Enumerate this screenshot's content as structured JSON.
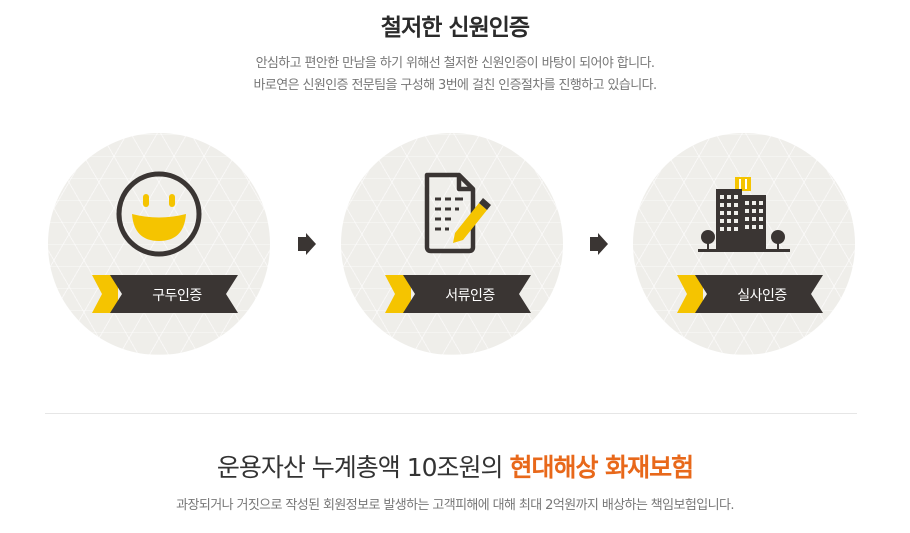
{
  "header": {
    "title": "철저한 신원인증",
    "line1": "안심하고 편안한 만남을 하기 위해선 철저한 신원인증이 바탕이 되어야 합니다.",
    "line2": "바로연은 신원인증 전문팀을 구성해 3번에 걸친 인증절차를 진행하고 있습니다."
  },
  "steps": [
    {
      "label": "구두인증",
      "icon": "smiley-icon"
    },
    {
      "label": "서류인증",
      "icon": "document-pencil-icon"
    },
    {
      "label": "실사인증",
      "icon": "buildings-icon"
    }
  ],
  "insurance": {
    "prefix": "운용자산 누계총액 10조원의 ",
    "highlight": "현대해상 화재보험",
    "description": "과장되거나 거짓으로 작성된 회원정보로 발생하는 고객피해에 대해 최대 2억원까지 배상하는 책임보험입니다."
  },
  "colors": {
    "accent": "#e8681a",
    "ribbon": "#3a3533",
    "ribbon_flag": "#f5c400",
    "icon_yellow": "#f5c400",
    "icon_dark": "#3a3533",
    "circle_bg": "#efeeea"
  }
}
